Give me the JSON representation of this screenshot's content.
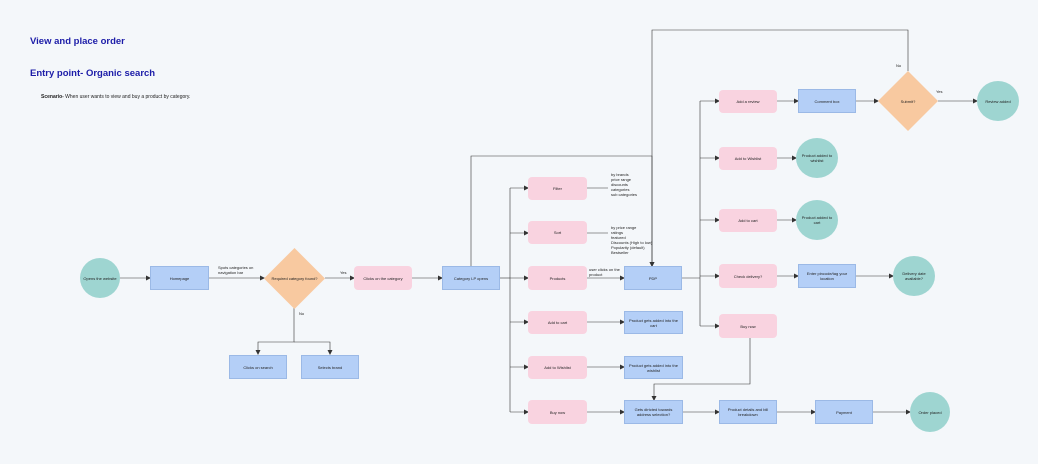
{
  "title": "View and place order",
  "entry": "Entry point- Organic search",
  "scenario": {
    "label": "Scenario-",
    "text": " When user wants to view and buy a product by category."
  },
  "nodes": {
    "open": "Opens the website",
    "homepage": "Homepage",
    "req_cat": "Required category found?",
    "clicks_search": "Clicks on search",
    "selects_brand": "Selects brand",
    "clicks_cat": "Clicks on the category",
    "cat_lp": "Category LP opens",
    "filter": "Filter",
    "sort": "Sort",
    "products": "Products",
    "add_cart": "Add to cart",
    "add_wish": "Add to Wishlist",
    "buy_now": "Buy now",
    "pdp": "PDP",
    "prod_cart": "Product gets added into the cart",
    "prod_wish": "Product gets added into the wishlist",
    "redirect": "Gets dirtcted towards address selection?",
    "details_bill": "Product details and bill breakdown",
    "payment": "Payment",
    "order_placed": "Order placed",
    "add_review": "Add a review",
    "comment_box": "Comment box",
    "submit": "Submit?",
    "review_added": "Review added",
    "pdp_wish": "Add to Wishlist",
    "added_wish": "Product added to wishlist",
    "pdp_cart": "Add to cart",
    "added_cart": "Product added to cart",
    "check_delivery": "Check delivery?",
    "enter_pincode": "Enter pincode/tag your location",
    "delivery_date": "Delivery date available?",
    "pdp_buy": "Buy now"
  },
  "edge_labels": {
    "spots": "Spots categories on navigation bar",
    "yes1": "Yes",
    "no1": "No",
    "user_clicks": "user clicks on the product",
    "yes2": "Yes",
    "no2": "No",
    "filter_opts": [
      "by brands",
      "price range",
      "discounts",
      "categories",
      "sub categories"
    ],
    "sort_opts": [
      "by price range",
      "ratings",
      "featured",
      "Discounts (High to low)",
      "Popularity (default)",
      "Bestseller"
    ]
  },
  "colors": {
    "title": "#1c1ca8",
    "blue_box": "#b4cff7",
    "pink_box": "#f9d3e0",
    "teal_circle": "#9ed5d1",
    "diamond": "#f8c9a0",
    "edge": "#333333"
  }
}
